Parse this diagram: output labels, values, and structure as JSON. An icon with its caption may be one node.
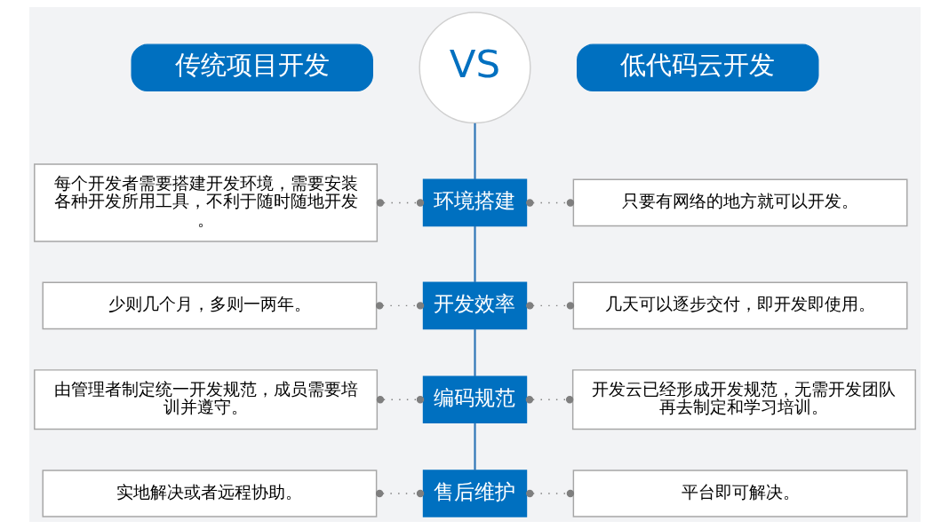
{
  "diagram": {
    "nodes": [
      {
        "text": [
          "传统项目开发"
        ]
      },
      {
        "text": [
          "VS"
        ]
      },
      {
        "text": [
          "低代码云开发"
        ]
      },
      {
        "text": [
          "每个开发者需要搭建开发环境，需要安装各种开发所用工具，不利于随时随地开发。"
        ]
      },
      {
        "text": [
          "环境搭建"
        ]
      },
      {
        "text": [
          "只要有网络的地方就可以开发。"
        ]
      },
      {
        "text": [
          "少则几个月，多则一两年。"
        ]
      },
      {
        "text": [
          "开发效率"
        ]
      },
      {
        "text": [
          "几天可以逐步交付，即开发即使用。"
        ]
      },
      {
        "text": [
          "由管理者制定统一开发规范，成员需要培训并遵守。"
        ]
      },
      {
        "text": [
          "编码规范"
        ]
      },
      {
        "text": [
          "开发云已经形成开发规范，无需开发团队再去制定和学习培训。"
        ]
      },
      {
        "text": [
          "实地解决或者远程协助。"
        ]
      },
      {
        "text": [
          "售后维护"
        ]
      },
      {
        "text": [
          "平台即可解决。"
        ]
      }
    ],
    "edges": [
      {
        "from": 1,
        "to": 4,
        "arrow": "none",
        "color": "#2e75b6"
      },
      {
        "from": 4,
        "to": 7,
        "arrow": "none",
        "color": "#2e75b6"
      },
      {
        "from": 7,
        "to": 10,
        "arrow": "none",
        "color": "#2e75b6"
      },
      {
        "from": 10,
        "to": 13,
        "arrow": "none",
        "color": "#2e75b6"
      },
      {
        "from": 3,
        "to": 4,
        "arrow": "other",
        "style": "dashed"
      },
      {
        "from": 4,
        "to": 5,
        "arrow": "other",
        "style": "dashed"
      },
      {
        "from": 6,
        "to": 7,
        "arrow": "other",
        "style": "dashed"
      },
      {
        "from": 7,
        "to": 8,
        "arrow": "other",
        "style": "dashed"
      },
      {
        "from": 9,
        "to": 10,
        "arrow": "other",
        "style": "dashed"
      },
      {
        "from": 10,
        "to": 11,
        "arrow": "other",
        "style": "dashed"
      },
      {
        "from": 12,
        "to": 13,
        "arrow": "other",
        "style": "dashed"
      },
      {
        "from": 13,
        "to": 14,
        "arrow": "other",
        "style": "dashed"
      }
    ]
  }
}
